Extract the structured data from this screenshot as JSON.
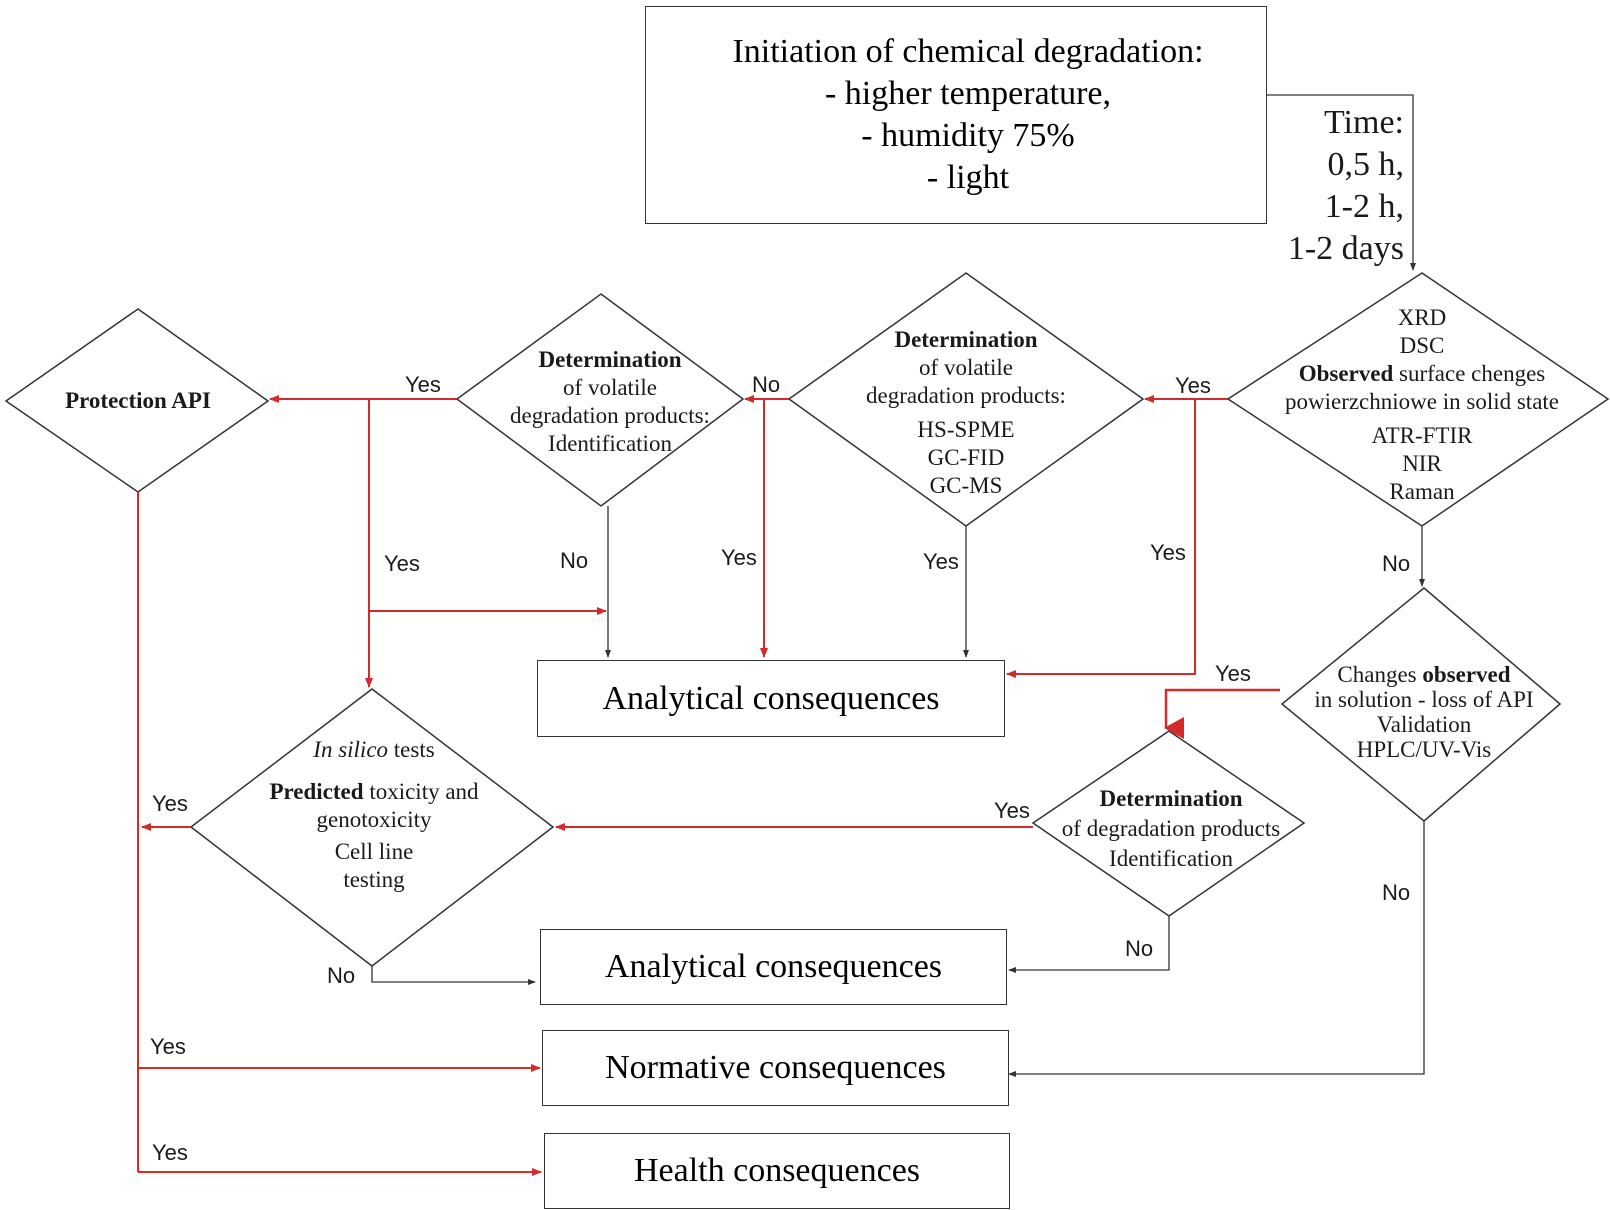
{
  "init_box": {
    "line1": "Initiation of chemical degradation:",
    "line2": "- higher temperature,",
    "line3": "- humidity 75%",
    "line4": "- light"
  },
  "time": {
    "label": "Time:",
    "t1": "0,5 h,",
    "t2": "1-2 h,",
    "t3": "1-2 days"
  },
  "solid_state": {
    "l1": "XRD",
    "l2": "DSC",
    "l3_bold": "Observed",
    "l3_rest": " surface chenges",
    "l4": "powierzchniowe in solid state",
    "l5": "ATR-FTIR",
    "l6": "NIR",
    "l7": "Raman"
  },
  "volatile_methods": {
    "title": "Determination",
    "l2": "of volatile",
    "l3": "degradation products:",
    "l4": "HS-SPME",
    "l5": "GC-FID",
    "l6": "GC-MS"
  },
  "volatile_id": {
    "title": "Determination",
    "l2": "of volatile",
    "l3": "degradation products:",
    "l4": "Identification"
  },
  "protection": {
    "label": "Protection API"
  },
  "solution": {
    "l1_pre": "Changes ",
    "l1_bold": "observed",
    "l2": "in  solution - loss of API",
    "l3": "Validation",
    "l4": "HPLC/UV-Vis"
  },
  "deg_products": {
    "title": "Determination",
    "l2": "of degradation products",
    "l3": "Identification"
  },
  "in_silico": {
    "l1_it": "In silico",
    "l1_rest": " tests",
    "l2_bold": "Predicted",
    "l2_rest": " toxicity and",
    "l3": "genotoxicity",
    "l4": "Cell line",
    "l5": "testing"
  },
  "outcomes": {
    "analytical_1": "Analytical consequences",
    "analytical_2": "Analytical consequences",
    "normative": "Normative consequences",
    "health": "Health consequences"
  },
  "labels": {
    "yes_solid": "Yes",
    "no_volatile": "No",
    "yes_protection": "Yes",
    "yes_left_col": "Yes",
    "no_id": "No",
    "yes_mid1": "Yes",
    "yes_mid2": "Yes",
    "yes_right": "Yes",
    "no_solid": "No",
    "yes_solution": "Yes",
    "yes_insilico": "Yes",
    "yes_deg": "Yes",
    "no_deg": "No",
    "no_insilico": "No",
    "no_solution": "No",
    "yes_normative": "Yes",
    "yes_health": "Yes"
  },
  "colors": {
    "red": "#d42a2a",
    "black": "#333333"
  }
}
